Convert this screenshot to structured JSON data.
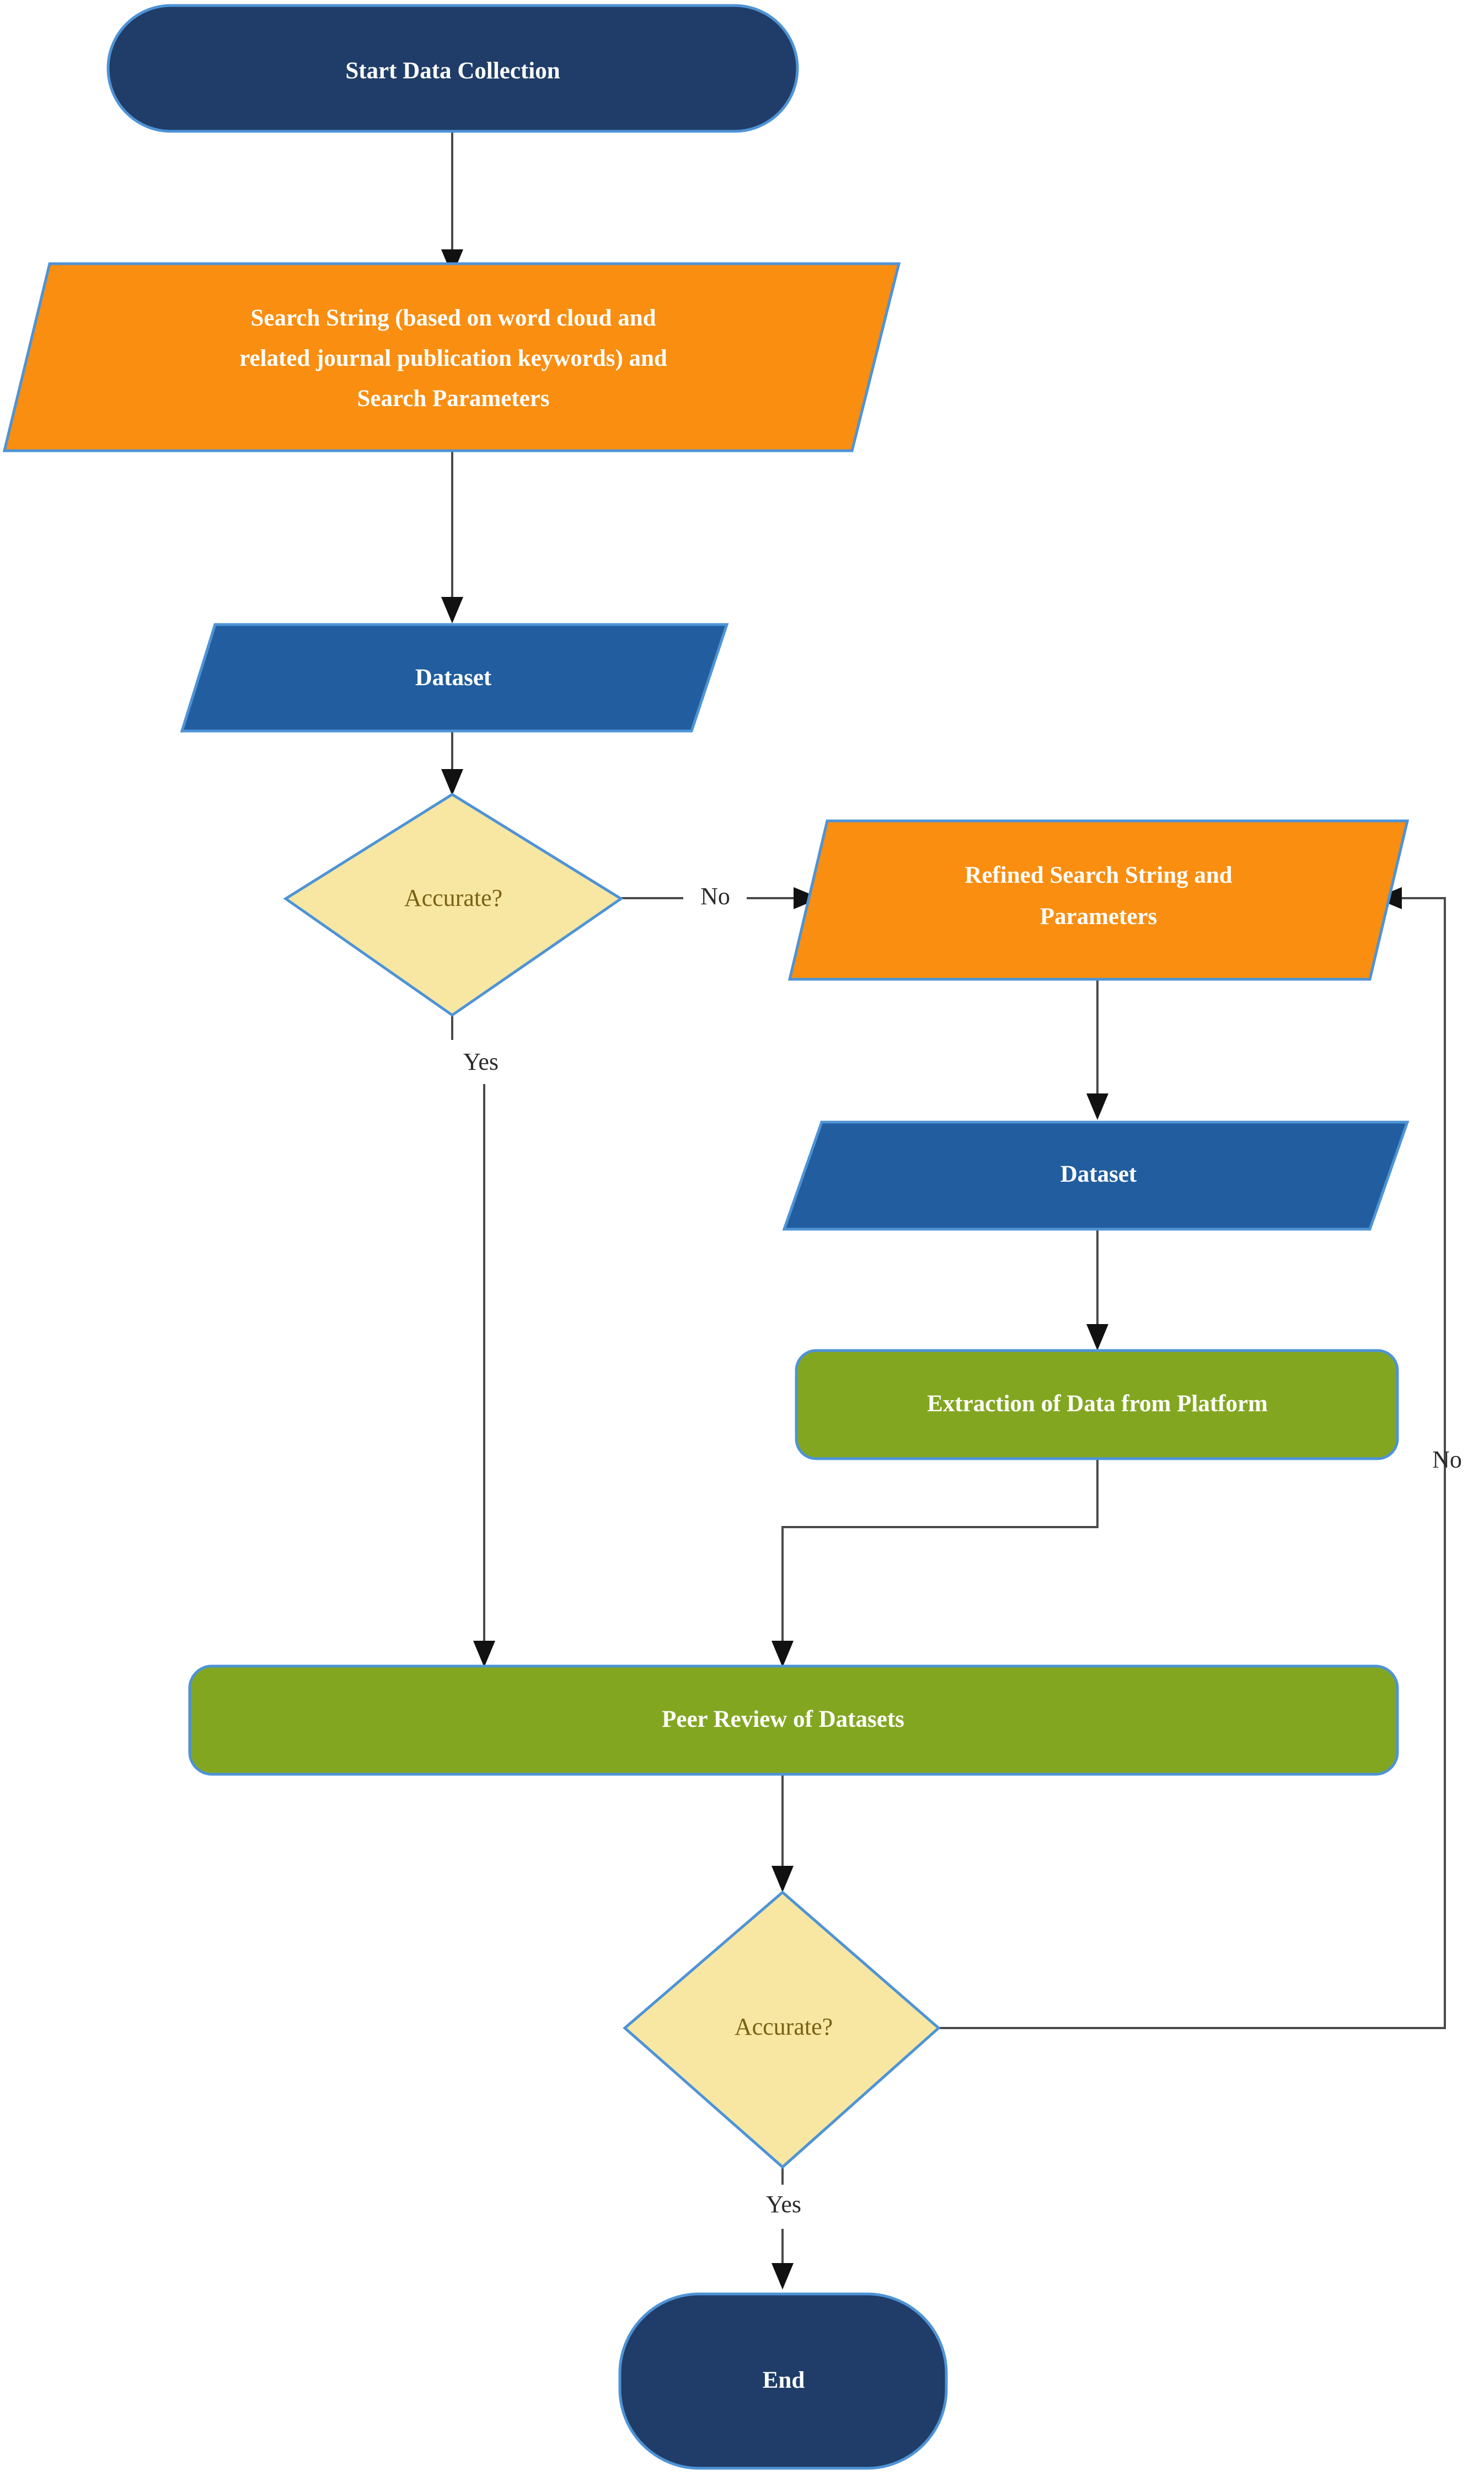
{
  "diagram": {
    "title": "Data Collection Flowchart",
    "type": "flowchart",
    "background": "#ffffff",
    "palette": {
      "navy": "#1f3d68",
      "orange": "#f98e10",
      "blue": "#215d9f",
      "green": "#83a621",
      "yellow": "#f7e7a3",
      "shape_border": "#4e93d6",
      "connector": "#4a4a4a",
      "arrowhead": "#111111",
      "text_light": "#ffffff",
      "text_dark": "#7a6113",
      "label_text": "#2b2b2b"
    },
    "nodes": [
      {
        "id": "start",
        "label": "Start Data Collection",
        "shape": "terminator",
        "fill": "#1f3d68",
        "text_color": "#ffffff"
      },
      {
        "id": "search_string",
        "label": "Search String (based on word cloud and related journal publication keywords) and Search Parameters",
        "lines": [
          "Search String (based on word cloud and",
          "related journal publication keywords) and",
          "Search Parameters"
        ],
        "shape": "parallelogram",
        "fill": "#f98e10",
        "text_color": "#ffffff"
      },
      {
        "id": "dataset_1",
        "label": "Dataset",
        "lines": [
          "Dataset"
        ],
        "shape": "parallelogram",
        "fill": "#215d9f",
        "text_color": "#ffffff"
      },
      {
        "id": "accurate_1",
        "label": "Accurate?",
        "lines": [
          "Accurate?"
        ],
        "shape": "decision",
        "fill": "#f7e7a3",
        "text_color": "#7a6113"
      },
      {
        "id": "refined_search",
        "label": "Refined Search String and Parameters",
        "lines": [
          "Refined Search String and",
          "Parameters"
        ],
        "shape": "parallelogram",
        "fill": "#f98e10",
        "text_color": "#ffffff"
      },
      {
        "id": "dataset_2",
        "label": "Dataset",
        "lines": [
          "Dataset"
        ],
        "shape": "parallelogram",
        "fill": "#215d9f",
        "text_color": "#ffffff"
      },
      {
        "id": "extraction",
        "label": "Extraction of Data from Platform",
        "lines": [
          "Extraction of Data from Platform"
        ],
        "shape": "process",
        "fill": "#83a621",
        "text_color": "#ffffff"
      },
      {
        "id": "peer_review",
        "label": "Peer Review of Datasets",
        "lines": [
          "Peer Review of Datasets"
        ],
        "shape": "process",
        "fill": "#83a621",
        "text_color": "#ffffff"
      },
      {
        "id": "accurate_2",
        "label": "Accurate?",
        "lines": [
          "Accurate?"
        ],
        "shape": "decision",
        "fill": "#f7e7a3",
        "text_color": "#7a6113"
      },
      {
        "id": "end",
        "label": "End",
        "lines": [
          "End"
        ],
        "shape": "terminator",
        "fill": "#1f3d68",
        "text_color": "#ffffff"
      }
    ],
    "edges": [
      {
        "id": "e1",
        "from": "start",
        "to": "search_string",
        "label": ""
      },
      {
        "id": "e2",
        "from": "search_string",
        "to": "dataset_1",
        "label": ""
      },
      {
        "id": "e3",
        "from": "dataset_1",
        "to": "accurate_1",
        "label": ""
      },
      {
        "id": "e4",
        "from": "accurate_1",
        "to": "refined_search",
        "label": "No"
      },
      {
        "id": "e5",
        "from": "accurate_1",
        "to": "peer_review",
        "label": "Yes"
      },
      {
        "id": "e6",
        "from": "refined_search",
        "to": "dataset_2",
        "label": ""
      },
      {
        "id": "e7",
        "from": "dataset_2",
        "to": "extraction",
        "label": ""
      },
      {
        "id": "e8",
        "from": "extraction",
        "to": "peer_review",
        "label": ""
      },
      {
        "id": "e9",
        "from": "peer_review",
        "to": "accurate_2",
        "label": ""
      },
      {
        "id": "e10",
        "from": "accurate_2",
        "to": "refined_search",
        "label": "No"
      },
      {
        "id": "e11",
        "from": "accurate_2",
        "to": "end",
        "label": "Yes"
      }
    ],
    "edge_labels": {
      "no_1": "No",
      "yes_1": "Yes",
      "no_2": "No",
      "yes_2": "Yes"
    }
  }
}
